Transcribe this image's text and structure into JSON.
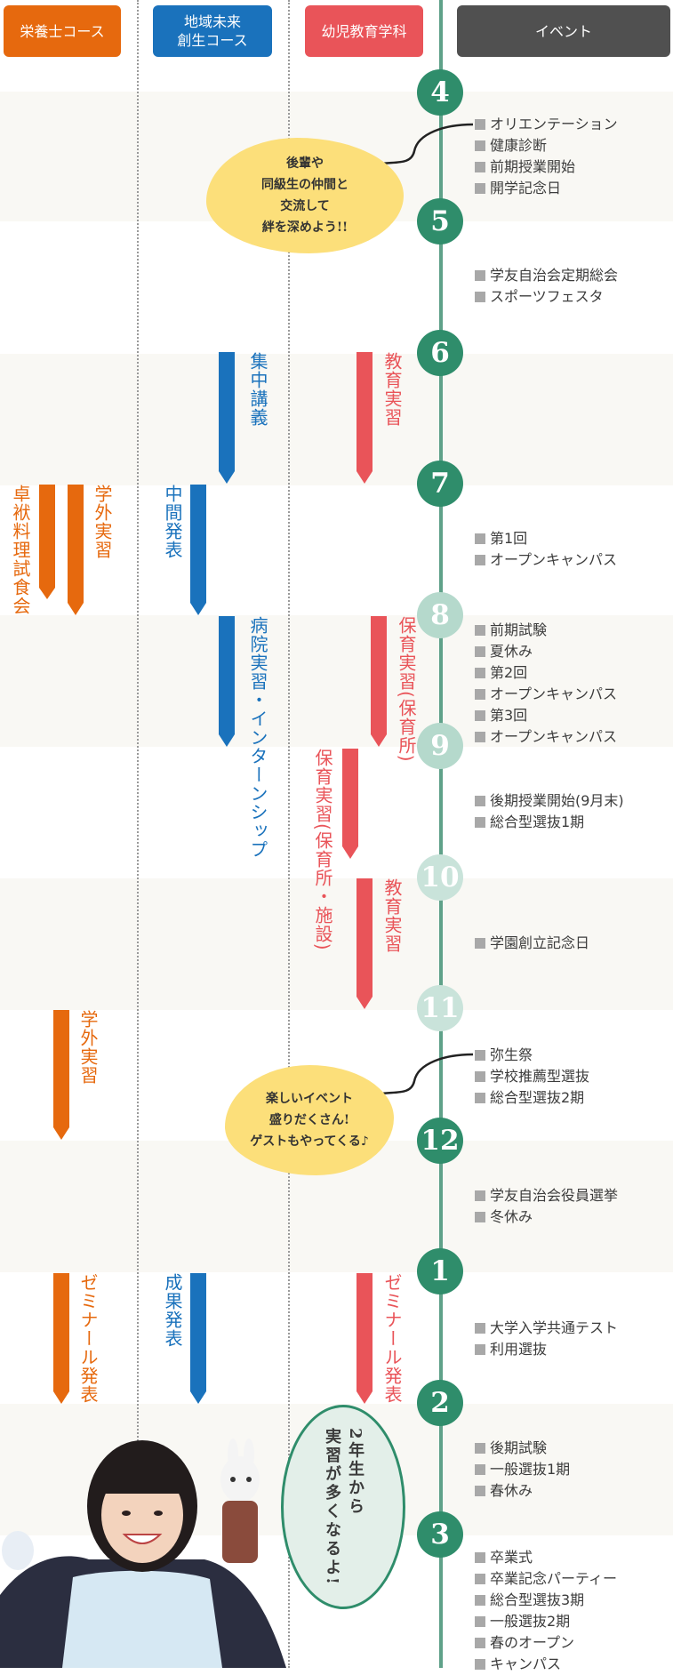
{
  "headers": {
    "eiyo": "栄養士コース",
    "chiiki_line1": "地域未来",
    "chiiki_line2": "創生コース",
    "yoji": "幼児教育学科",
    "event": "イベント"
  },
  "months": [
    "4",
    "5",
    "6",
    "7",
    "8",
    "9",
    "10",
    "11",
    "12",
    "1",
    "2",
    "3"
  ],
  "events": {
    "apr": [
      "オリエンテーション",
      "健康診断",
      "前期授業開始",
      "開学記念日"
    ],
    "may": [
      "学友自治会定期総会",
      "スポーツフェスタ"
    ],
    "jul": [
      "第1回",
      "オープンキャンパス"
    ],
    "aug": [
      "前期試験",
      "夏休み",
      "第2回",
      "オープンキャンパス",
      "第3回",
      "オープンキャンパス"
    ],
    "sep": [
      "後期授業開始(9月末)",
      "総合型選抜1期"
    ],
    "oct": [
      "学園創立記念日"
    ],
    "nov": [
      "弥生祭",
      "学校推薦型選抜",
      "総合型選抜2期"
    ],
    "dec": [
      "学友自治会役員選挙",
      "冬休み"
    ],
    "jan": [
      "大学入学共通テスト",
      "利用選抜"
    ],
    "feb": [
      "後期試験",
      "一般選抜1期",
      "春休み"
    ],
    "mar": [
      "卒業式",
      "卒業記念パーティー",
      "総合型選抜3期",
      "一般選抜2期",
      "春のオープン",
      "キャンパス"
    ]
  },
  "bars": {
    "shuchu": "集中講義",
    "kyoiku1": "教育実習",
    "takushoku": "卓袱料理試食会",
    "gakugai1": "学外実習",
    "chukan": "中間発表",
    "byoin": "病院実習・インターンシップ",
    "hoiku1": "保育実習(保育所)",
    "hoiku2": "保育実習(保育所・施設)",
    "kyoiku2": "教育実習",
    "gakugai2": "学外実習",
    "semi_eiyo": "ゼミナール発表",
    "seika": "成果発表",
    "semi_yoji": "ゼミナール発表"
  },
  "bubbles": {
    "b1": [
      "後輩や",
      "同級生の仲間と",
      "交流して",
      "絆を深めよう!!"
    ],
    "b2": [
      "楽しいイベント",
      "盛りだくさん!",
      "ゲストもやってくる♪"
    ],
    "b3": [
      "2年生から",
      "実習が多くなるよ!"
    ]
  },
  "colors": {
    "eiyo": "#e6690e",
    "chiiki": "#1a72bc",
    "yoji": "#e95459",
    "event": "#505050",
    "timeline": "#5fa189",
    "month_dark": "#2f8d6b"
  }
}
